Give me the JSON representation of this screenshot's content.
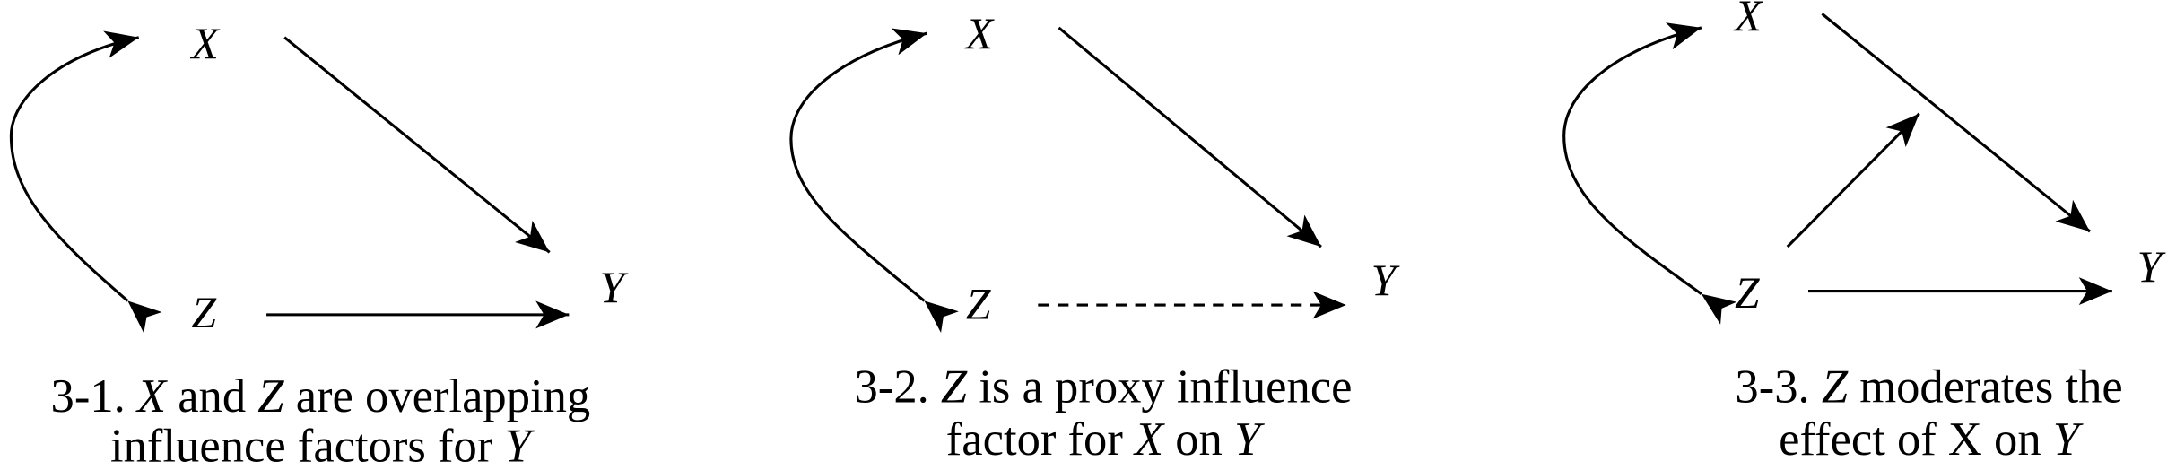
{
  "panels": [
    {
      "nodes": {
        "x": "X",
        "z": "Z",
        "y": "Y"
      },
      "caption": {
        "line1": [
          {
            "t": "3-1. "
          },
          {
            "t": "X"
          },
          {
            "t": " and "
          },
          {
            "t": "Z"
          },
          {
            "t": " are overlapping"
          }
        ],
        "line2": [
          {
            "t": "influence factors for "
          },
          {
            "t": "Y"
          }
        ]
      }
    },
    {
      "nodes": {
        "x": "X",
        "z": "Z",
        "y": "Y"
      },
      "caption": {
        "line1": [
          {
            "t": "3-2. "
          },
          {
            "t": "Z"
          },
          {
            "t": " is a proxy influence"
          }
        ],
        "line2": [
          {
            "t": "factor for "
          },
          {
            "t": "X"
          },
          {
            "t": " on "
          },
          {
            "t": "Y"
          }
        ]
      }
    },
    {
      "nodes": {
        "x": "X",
        "z": "Z",
        "y": "Y"
      },
      "caption": {
        "line1": [
          {
            "t": "3-3. "
          },
          {
            "t": "Z"
          },
          {
            "t": " moderates the"
          }
        ],
        "line2": [
          {
            "t": "effect of X on "
          },
          {
            "t": "Y"
          }
        ]
      }
    }
  ]
}
